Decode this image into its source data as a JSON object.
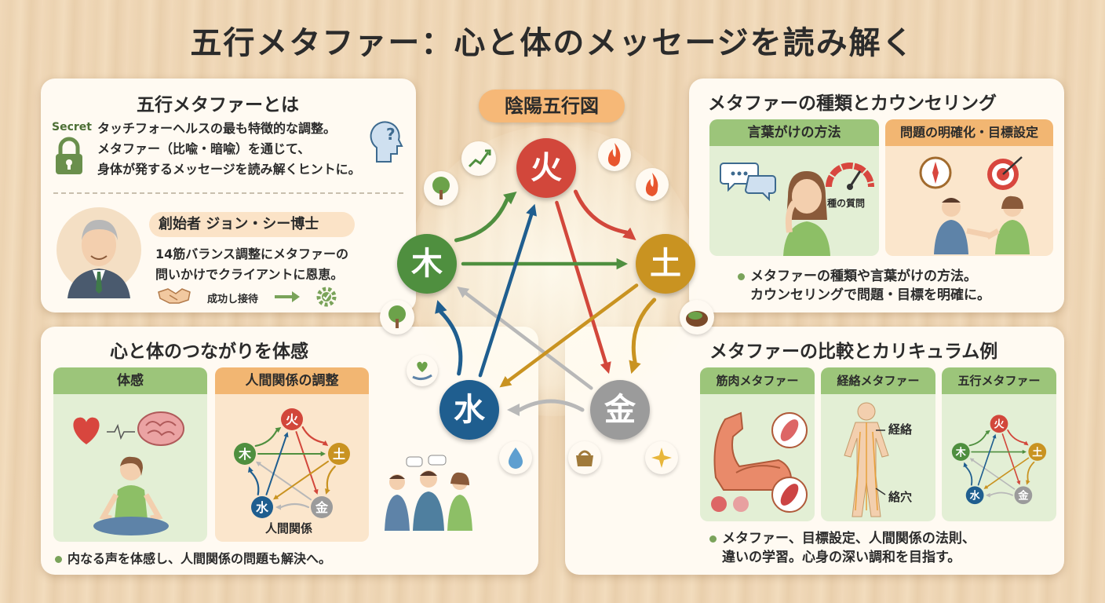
{
  "title": "五行メタファー：心と体のメッセージを読み解く",
  "card_intro": {
    "title": "五行メタファーとは",
    "secret_label": "Secret",
    "lines": [
      "タッチフォーヘルスの最も特徴的な調整。",
      "メタファー（比喩・暗喩）を通じて、",
      "身体が発するメッセージを読み解くヒントに。"
    ],
    "founder_title": "創始者 ジョン・シー博士",
    "founder_lines": [
      "14筋バランス調整にメタファーの",
      "問いかけでクライアントに恩恵。"
    ],
    "success_label": "成功し接待"
  },
  "card_body": {
    "title": "心と体のつながりを体感",
    "tab_left": "体感",
    "tab_right": "人間関係の調整",
    "mini_caption": "人間関係",
    "bullet": "内なる声を体感し、人間関係の問題も解決へ。"
  },
  "center": {
    "title": "陰陽五行図",
    "nodes": [
      {
        "key": "fire",
        "label": "火",
        "color": "#d2473b"
      },
      {
        "key": "earth",
        "label": "土",
        "color": "#c99321"
      },
      {
        "key": "metal",
        "label": "金",
        "color": "#9b9b9b"
      },
      {
        "key": "water",
        "label": "水",
        "color": "#1f5e8f"
      },
      {
        "key": "wood",
        "label": "木",
        "color": "#4f8f3f"
      }
    ]
  },
  "card_types": {
    "title": "メタファーの種類とカウンセリング",
    "tab_left": "言葉がけの方法",
    "tab_right": "問題の明確化・目標設定",
    "gauge_label": "種の質問",
    "bullet_lines": [
      "メタファーの種類や言葉がけの方法。",
      "カウンセリングで問題・目標を明確に。"
    ]
  },
  "card_compare": {
    "title": "メタファーの比較とカリキュラム例",
    "tabs": [
      "筋肉メタファー",
      "経絡メタファー",
      "五行メタファー"
    ],
    "meridian_label": "経絡",
    "point_label": "絡穴",
    "bullet_lines": [
      "メタファー、目標設定、人間関係の法則、",
      "違いの学習。心身の深い調和を目指す。"
    ]
  },
  "colors": {
    "green_tab": "#9cc57a",
    "orange_tab": "#f2b672",
    "card_bg": "#fffaf2"
  },
  "icons": [
    "lock-icon",
    "head-question-icon",
    "handshake-icon",
    "gear-icon",
    "flame-icon",
    "tree-icon",
    "chart-icon",
    "stone-icon",
    "bag-icon",
    "sparkle-icon",
    "droplet-icon",
    "heart-hand-icon",
    "speech-bubble-icon",
    "gauge-icon",
    "compass-icon",
    "target-icon",
    "heart-icon",
    "brain-icon"
  ]
}
